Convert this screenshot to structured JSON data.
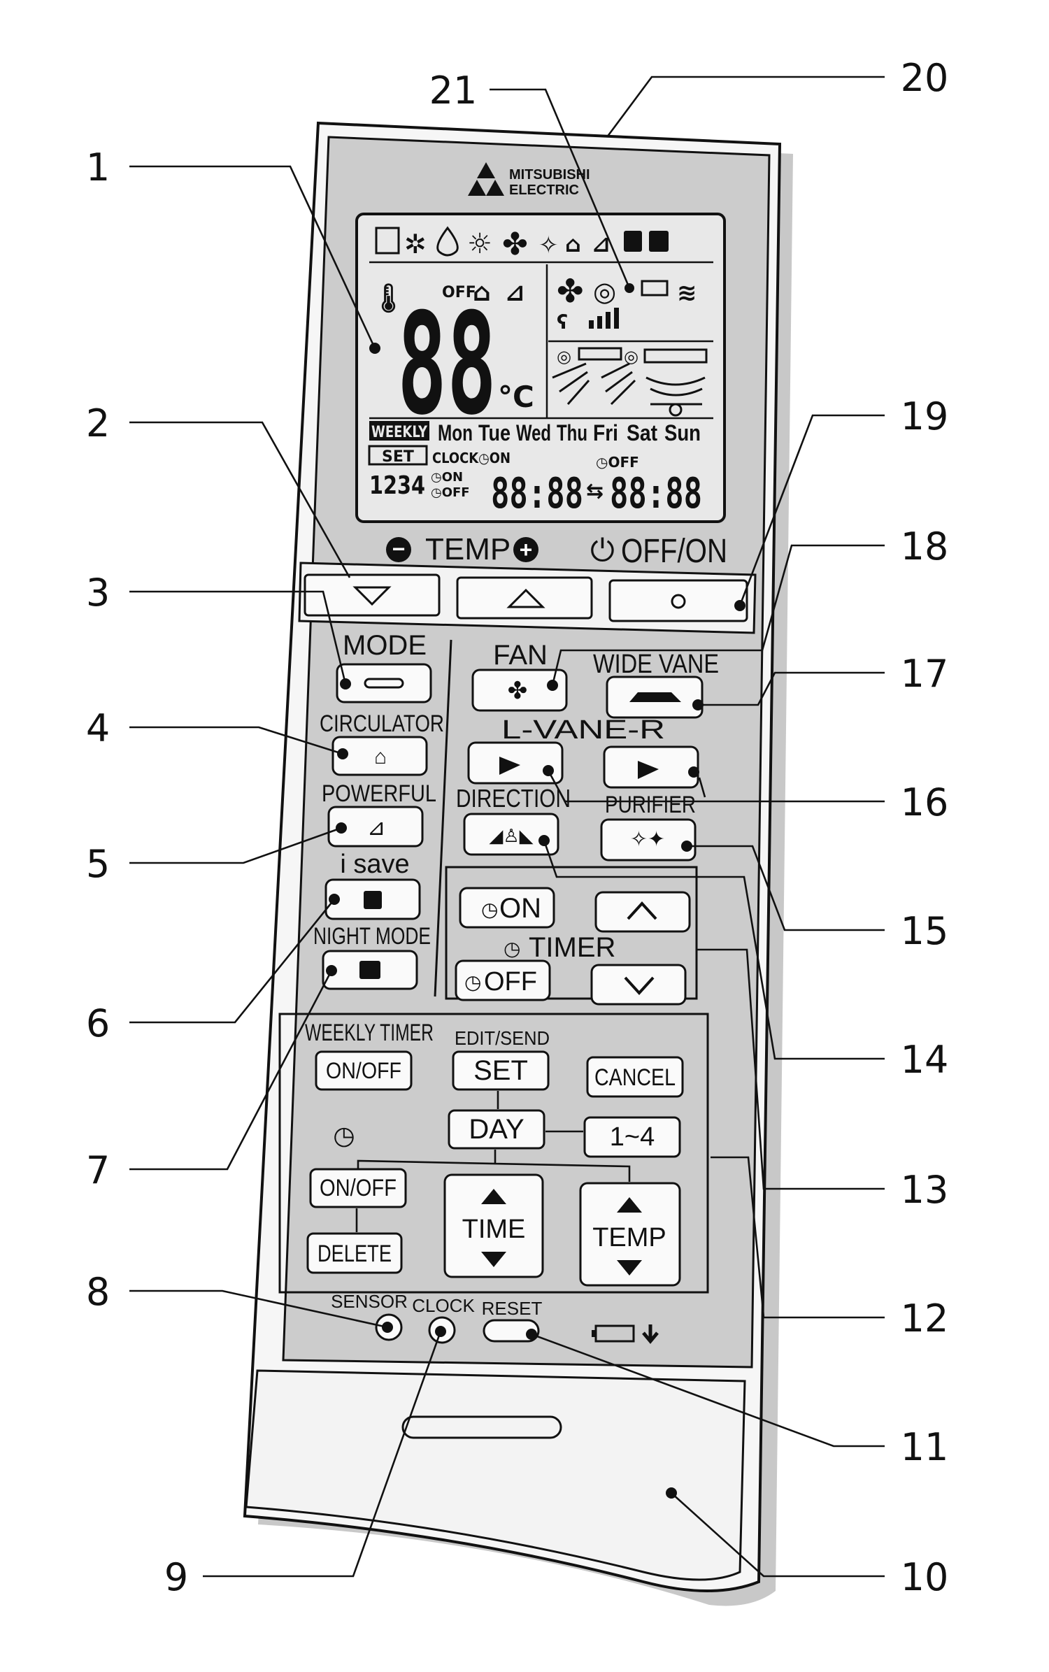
{
  "brand": {
    "line1": "MITSUBISHI",
    "line2": "ELECTRIC"
  },
  "display": {
    "temp_digits": "88",
    "temp_unit": "°C",
    "off_label": "OFF",
    "days": [
      "Mon",
      "Tue",
      "Wed",
      "Thu",
      "Fri",
      "Sat",
      "Sun"
    ],
    "weekly": "WEEKLY",
    "set": "SET",
    "clock_on": "CLOCK◷ON",
    "off_small": "◷OFF",
    "program_nums": "1234",
    "on_small": "◷ON",
    "off_small2": "◷OFF",
    "time_left": "88:88",
    "arrow": "⇆",
    "time_right": "88:88"
  },
  "top_row": {
    "temp_label": "TEMP",
    "minus": "−",
    "plus": "+",
    "offon_label": "OFF/ON"
  },
  "labels": {
    "mode": "MODE",
    "circulator": "CIRCULATOR",
    "powerful": "POWERFUL",
    "isave": "i save",
    "night_mode": "NIGHT MODE",
    "fan": "FAN",
    "wide_vane": "WIDE VANE",
    "l_vane_r": "L-VANE-R",
    "direction": "DIRECTION",
    "purifier": "PURIFIER",
    "timer_on": "ON",
    "timer": "TIMER",
    "timer_off": "OFF"
  },
  "weekly_panel": {
    "title": "WEEKLY TIMER",
    "on_off": "ON/OFF",
    "edit_send": "EDIT/SEND",
    "set": "SET",
    "cancel": "CANCEL",
    "day": "DAY",
    "range": "1~4",
    "on_off2": "ON/OFF",
    "delete": "DELETE",
    "time": "TIME",
    "temp": "TEMP"
  },
  "bottom": {
    "sensor": "SENSOR",
    "clock": "CLOCK",
    "reset": "RESET"
  },
  "callouts": [
    "1",
    "2",
    "3",
    "4",
    "5",
    "6",
    "7",
    "8",
    "9",
    "10",
    "11",
    "12",
    "13",
    "14",
    "15",
    "16",
    "17",
    "18",
    "19",
    "20",
    "21"
  ],
  "colors": {
    "body": "#f4f4f4",
    "panel": "#c9c9c9",
    "lcd": "#e9e9e9",
    "ink": "#111111"
  }
}
